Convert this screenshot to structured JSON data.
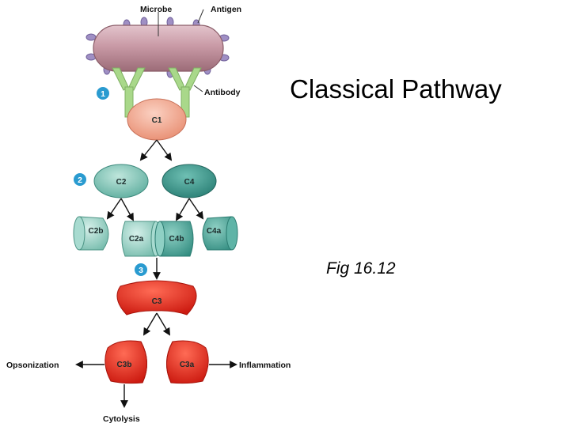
{
  "slide": {
    "title": "Classical Pathway",
    "figure_label": "Fig 16.12"
  },
  "diagram": {
    "callouts": {
      "microbe": "Microbe",
      "antigen": "Antigen",
      "antibody": "Antibody"
    },
    "steps": [
      "1",
      "2",
      "3"
    ],
    "molecules": {
      "c1": "C1",
      "c2": "C2",
      "c4": "C4",
      "c2b": "C2b",
      "c2a": "C2a",
      "c4b": "C4b",
      "c4a": "C4a",
      "c3": "C3",
      "c3b": "C3b",
      "c3a": "C3a"
    },
    "outcomes": {
      "opsonization": "Opsonization",
      "inflammation": "Inflammation",
      "cytolysis": "Cytolysis"
    },
    "colors": {
      "microbe": "#c89aa6",
      "antigen": "#9f8fc4",
      "antibody": "#a9d88a",
      "c1": "#f2a48c",
      "c2_c4": "#3f9e93",
      "fragments": "#7cc2b3",
      "c3": "#e8261a",
      "step_badge": "#2a9bd0"
    }
  }
}
